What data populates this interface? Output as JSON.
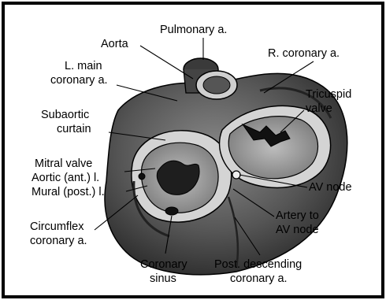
{
  "labels": {
    "pulmonary": "Pulmonary a.",
    "aorta": "Aorta",
    "lmain_1": "L. main",
    "lmain_2": "coronary a.",
    "rcoronary": "R. coronary a.",
    "tricuspid_1": "Tricuspid",
    "tricuspid_2": "valve",
    "subaortic_1": "Subaortic",
    "subaortic_2": "curtain",
    "mitral": "Mitral valve",
    "aortic_leaflet": "Aortic (ant.) l.",
    "mural_leaflet": "Mural (post.) l.",
    "avnode": "AV node",
    "circumflex_1": "Circumflex",
    "circumflex_2": "coronary a.",
    "artery_av_1": "Artery to",
    "artery_av_2": "AV node",
    "coronary_sinus_1": "Coronary",
    "coronary_sinus_2": "sinus",
    "post_desc_1": "Post. descending",
    "post_desc_2": "coronary a."
  },
  "colors": {
    "heart_base": "#5a5a5a",
    "heart_dark": "#2e2e2e",
    "ring_light": "#d9d9d9",
    "valve_orifice": "#9a9a9a",
    "line": "#000000"
  }
}
